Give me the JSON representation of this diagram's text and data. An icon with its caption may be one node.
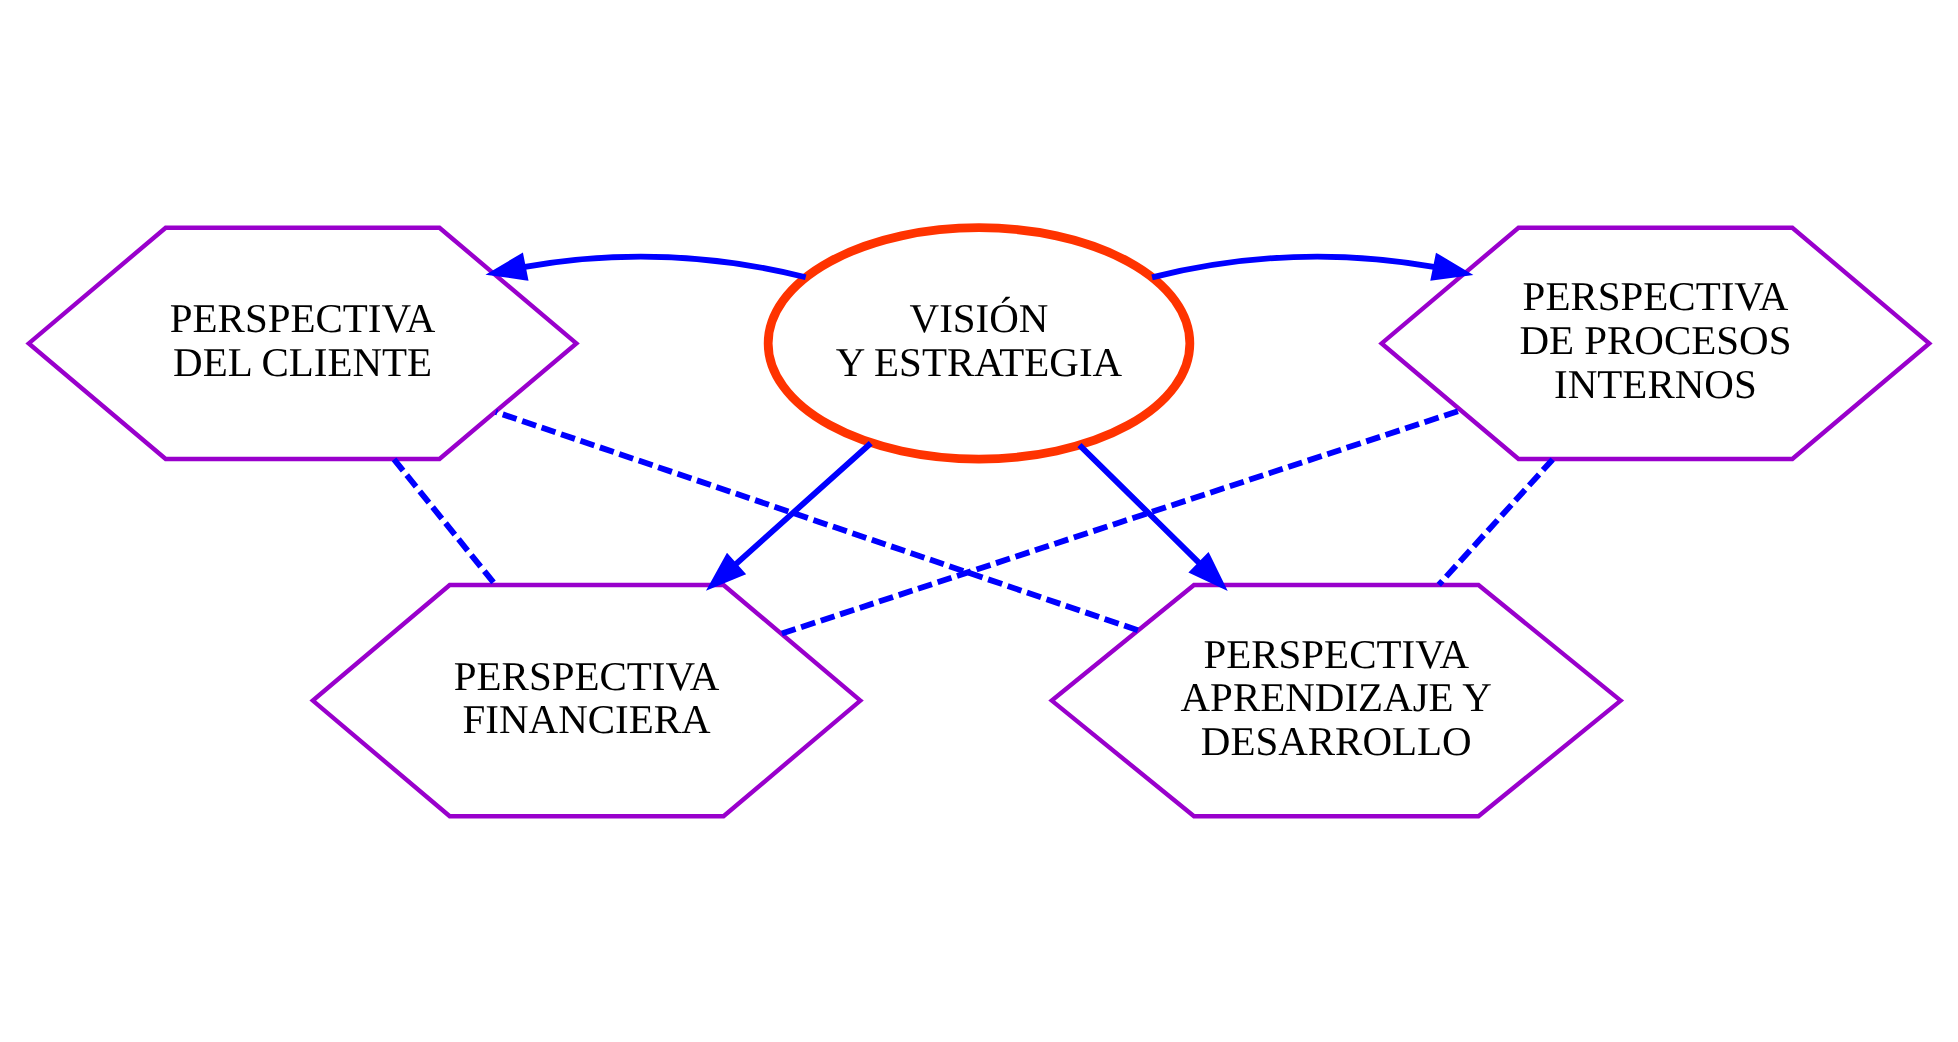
{
  "diagram": {
    "nodes": [
      {
        "text": [
          "PERSPECTIVA FINANCIERA"
        ]
      },
      {
        "text": [
          "PERSPECTIVA DEL CLIENTE"
        ]
      },
      {
        "text": [
          "VISIÓN Y ESTRATEGIA"
        ]
      },
      {
        "text": [
          "PERSPECTIVA DE PROCESOS INTERNOS"
        ]
      },
      {
        "text": [
          "PERSPECTIVA APRENDIZAJE Y DESARROLLO"
        ]
      }
    ],
    "edges": [
      {
        "from": 2,
        "to": 0,
        "arrow": "to"
      },
      {
        "from": 2,
        "to": 1,
        "arrow": "to"
      },
      {
        "from": 2,
        "to": 3,
        "arrow": "to"
      },
      {
        "from": 2,
        "to": 4,
        "arrow": "to"
      },
      {
        "from": 0,
        "to": 3,
        "arrow": "none",
        "style": "dashed"
      },
      {
        "from": 3,
        "to": 4,
        "arrow": "none",
        "style": "dashed"
      },
      {
        "from": 4,
        "to": 1,
        "arrow": "none",
        "style": "dashed"
      },
      {
        "from": 1,
        "to": 0,
        "arrow": "none",
        "style": "dashed"
      }
    ]
  }
}
